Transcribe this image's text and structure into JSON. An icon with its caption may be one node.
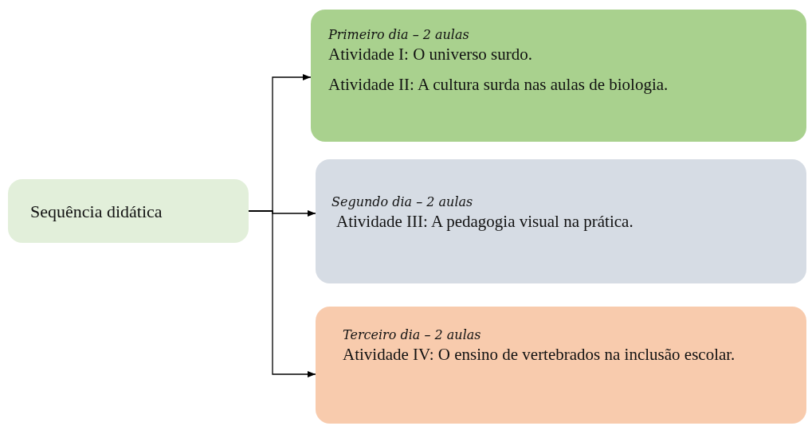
{
  "diagram": {
    "nodes": [
      {
        "text": [
          "Sequência didática"
        ]
      },
      {
        "text": [
          "Primeiro dia – 2 aulas",
          "Atividade I: O universo surdo.",
          "Atividade II: A cultura surda nas aulas de biologia."
        ]
      },
      {
        "text": [
          "Segundo dia – 2 aulas",
          "Atividade III: A pedagogia visual na prática."
        ]
      },
      {
        "text": [
          "Terceiro dia – 2 aulas",
          "Atividade IV: O ensino de vertebrados na inclusão escolar."
        ]
      }
    ],
    "edges": [
      {
        "from": 0,
        "to": 1,
        "arrow": "to"
      },
      {
        "from": 0,
        "to": 2,
        "arrow": "to"
      },
      {
        "from": 0,
        "to": 3,
        "arrow": "to"
      }
    ]
  }
}
